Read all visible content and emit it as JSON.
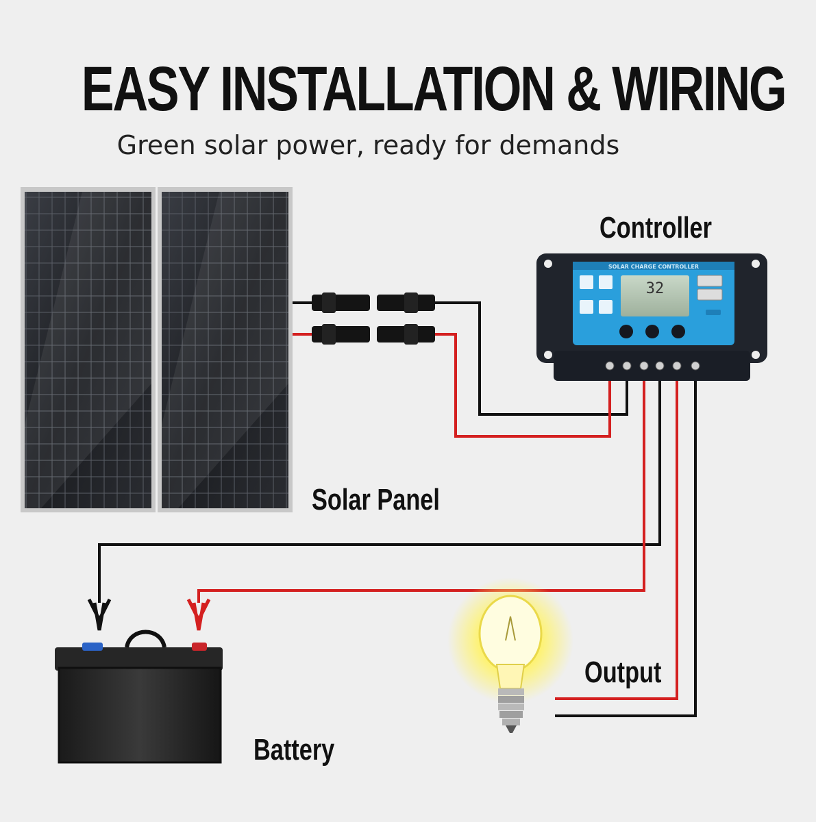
{
  "header": {
    "title": "EASY INSTALLATION & WIRING",
    "subtitle": "Green solar power, ready for demands"
  },
  "components": {
    "controller_label": "Controller",
    "solar_panel_label": "Solar Panel",
    "battery_label": "Battery",
    "output_label": "Output",
    "controller_screen_text": "SOLAR CHARGE CONTROLLER",
    "controller_display_value": "32"
  },
  "colors": {
    "background": "#efefef",
    "wire_positive": "#d42020",
    "wire_negative": "#111111",
    "controller_face": "#2a9fdc",
    "controller_body": "#1c2230",
    "bulb_glow": "#fff36a"
  }
}
